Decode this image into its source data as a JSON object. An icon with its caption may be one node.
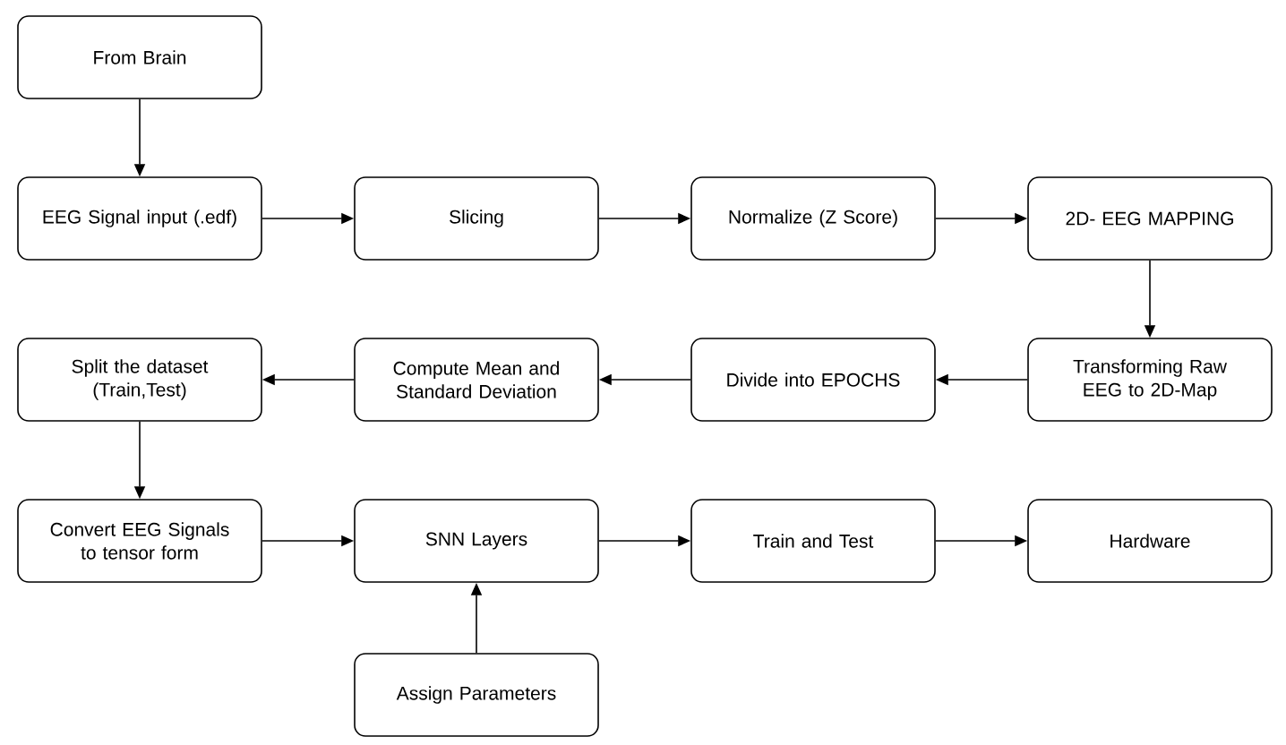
{
  "diagram": {
    "nodes": [
      {
        "text": [
          "From Brain"
        ]
      },
      {
        "text": [
          "EEG Signal input (.edf)"
        ]
      },
      {
        "text": [
          "Slicing"
        ]
      },
      {
        "text": [
          "Normalize (Z Score)"
        ]
      },
      {
        "text": [
          "2D- EEG MAPPING"
        ]
      },
      {
        "text": [
          "Transforming Raw EEG to 2D-Map"
        ]
      },
      {
        "text": [
          "Divide into EPOCHS"
        ]
      },
      {
        "text": [
          "Compute Mean and Standard Deviation"
        ]
      },
      {
        "text": [
          "Split the dataset (Train,Test)"
        ]
      },
      {
        "text": [
          "Convert EEG Signals to tensor form"
        ]
      },
      {
        "text": [
          "SNN Layers"
        ]
      },
      {
        "text": [
          "Train and Test"
        ]
      },
      {
        "text": [
          "Hardware"
        ]
      },
      {
        "text": [
          "Assign Parameters"
        ]
      }
    ],
    "edges": [
      {
        "from": 0,
        "to": 1,
        "arrow": "to"
      },
      {
        "from": 1,
        "to": 2,
        "arrow": "to"
      },
      {
        "from": 2,
        "to": 3,
        "arrow": "to"
      },
      {
        "from": 3,
        "to": 4,
        "arrow": "to"
      },
      {
        "from": 4,
        "to": 5,
        "arrow": "to"
      },
      {
        "from": 5,
        "to": 6,
        "arrow": "to"
      },
      {
        "from": 6,
        "to": 7,
        "arrow": "to"
      },
      {
        "from": 7,
        "to": 8,
        "arrow": "to"
      },
      {
        "from": 8,
        "to": 9,
        "arrow": "to"
      },
      {
        "from": 9,
        "to": 10,
        "arrow": "to"
      },
      {
        "from": 10,
        "to": 11,
        "arrow": "to"
      },
      {
        "from": 11,
        "to": 12,
        "arrow": "to"
      },
      {
        "from": 13,
        "to": 10,
        "arrow": "to"
      }
    ]
  }
}
